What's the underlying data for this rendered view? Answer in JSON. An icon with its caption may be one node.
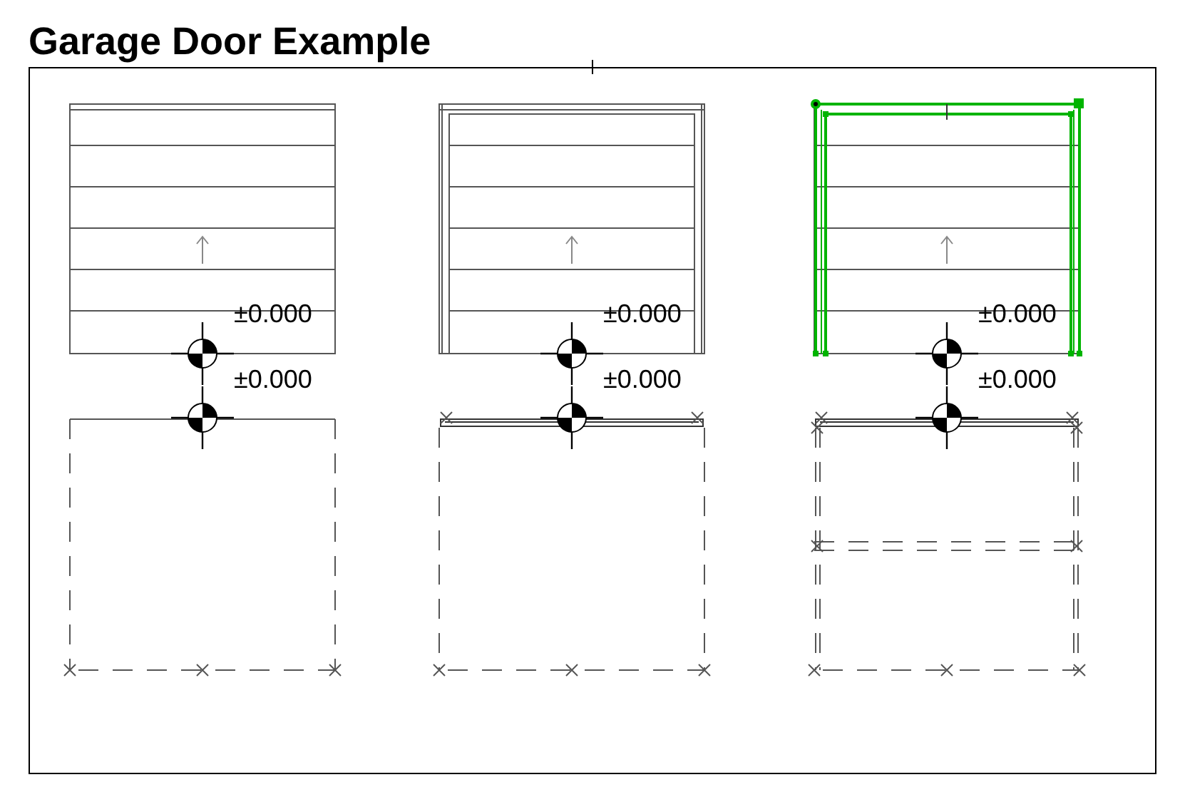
{
  "diagram": {
    "title": "Garage Door Example",
    "labels": [
      "±0.000",
      "±0.000",
      "±0.000",
      "±0.000",
      "±0.000",
      "±0.000"
    ]
  }
}
